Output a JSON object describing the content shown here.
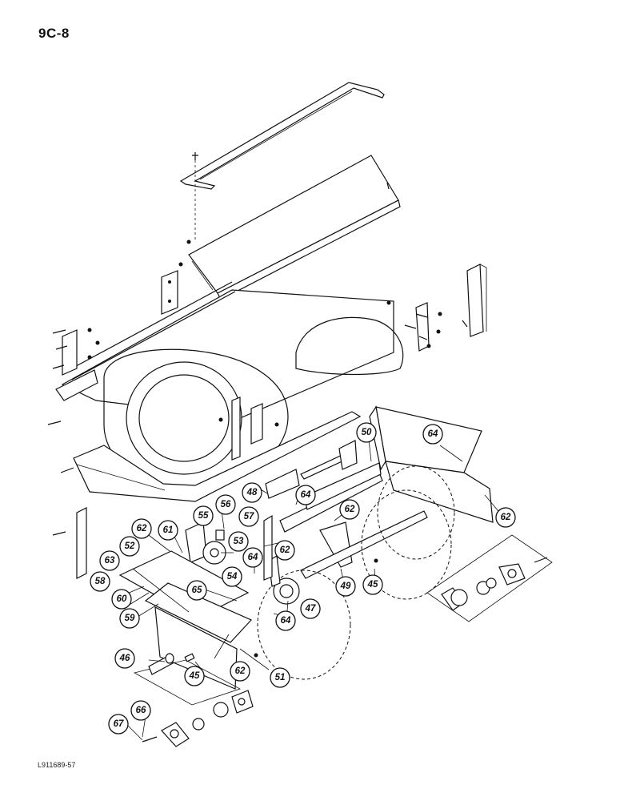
{
  "page": {
    "code": "9C-8",
    "drawing_id": "L911689-57"
  },
  "callouts": [
    {
      "label": "45"
    },
    {
      "label": "45"
    },
    {
      "label": "46"
    },
    {
      "label": "47"
    },
    {
      "label": "48"
    },
    {
      "label": "49"
    },
    {
      "label": "50"
    },
    {
      "label": "51"
    },
    {
      "label": "52"
    },
    {
      "label": "53"
    },
    {
      "label": "54"
    },
    {
      "label": "55"
    },
    {
      "label": "56"
    },
    {
      "label": "57"
    },
    {
      "label": "58"
    },
    {
      "label": "59"
    },
    {
      "label": "60"
    },
    {
      "label": "61"
    },
    {
      "label": "62"
    },
    {
      "label": "62"
    },
    {
      "label": "62"
    },
    {
      "label": "62"
    },
    {
      "label": "62"
    },
    {
      "label": "63"
    },
    {
      "label": "64"
    },
    {
      "label": "64"
    },
    {
      "label": "64"
    },
    {
      "label": "64"
    },
    {
      "label": "65"
    },
    {
      "label": "66"
    },
    {
      "label": "67"
    }
  ]
}
